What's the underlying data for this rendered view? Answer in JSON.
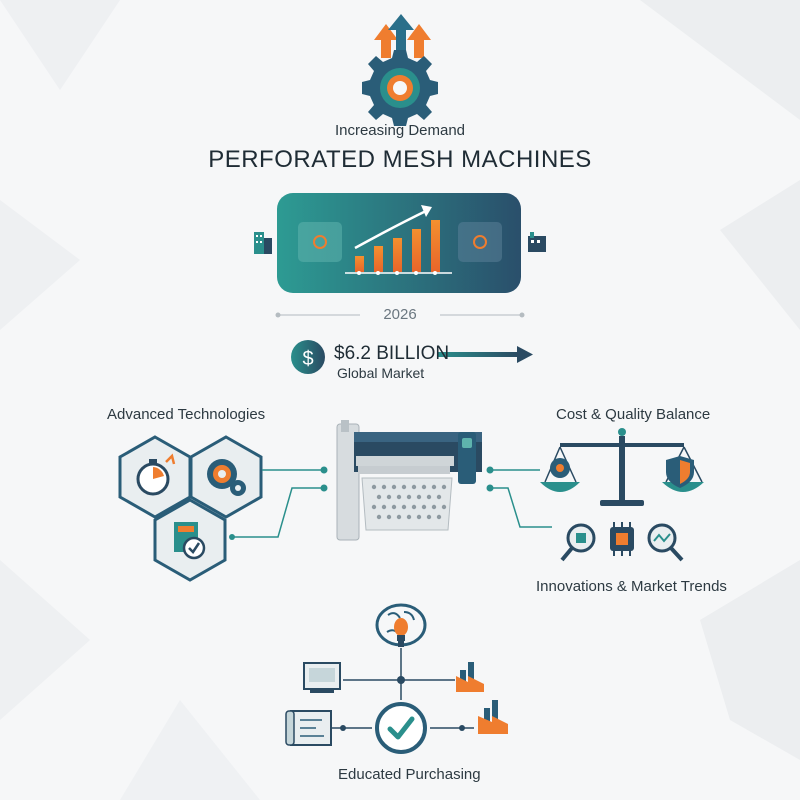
{
  "header": {
    "subtitle": "Increasing Demand",
    "title": "PERFORATED MESH MACHINES"
  },
  "timeline": {
    "year": "2026"
  },
  "market": {
    "currency_symbol": "$",
    "value": "$6.2 BILLION",
    "label": "Global Market"
  },
  "sections": {
    "advanced_technologies": "Advanced Technologies",
    "cost_quality_balance": "Cost & Quality Balance",
    "innovations_trends": "Innovations & Market Trends",
    "educated_purchasing": "Educated Purchasing"
  },
  "colors": {
    "teal": "#2a8f8c",
    "navy": "#2a4a62",
    "orange": "#ef7d2f",
    "background": "#f6f7f8"
  },
  "icons": [
    "gear-arrows-icon",
    "bar-chart-icon",
    "building-icon",
    "factory-icon",
    "dollar-icon",
    "stopwatch-icon",
    "gear-icon",
    "checklist-icon",
    "machine-icon",
    "scale-icon",
    "shield-icon",
    "magnifier-chip-icon",
    "chip-icon",
    "magnifier-trend-icon",
    "brain-bulb-icon",
    "monitor-icon",
    "blueprint-icon",
    "checkmark-icon"
  ]
}
